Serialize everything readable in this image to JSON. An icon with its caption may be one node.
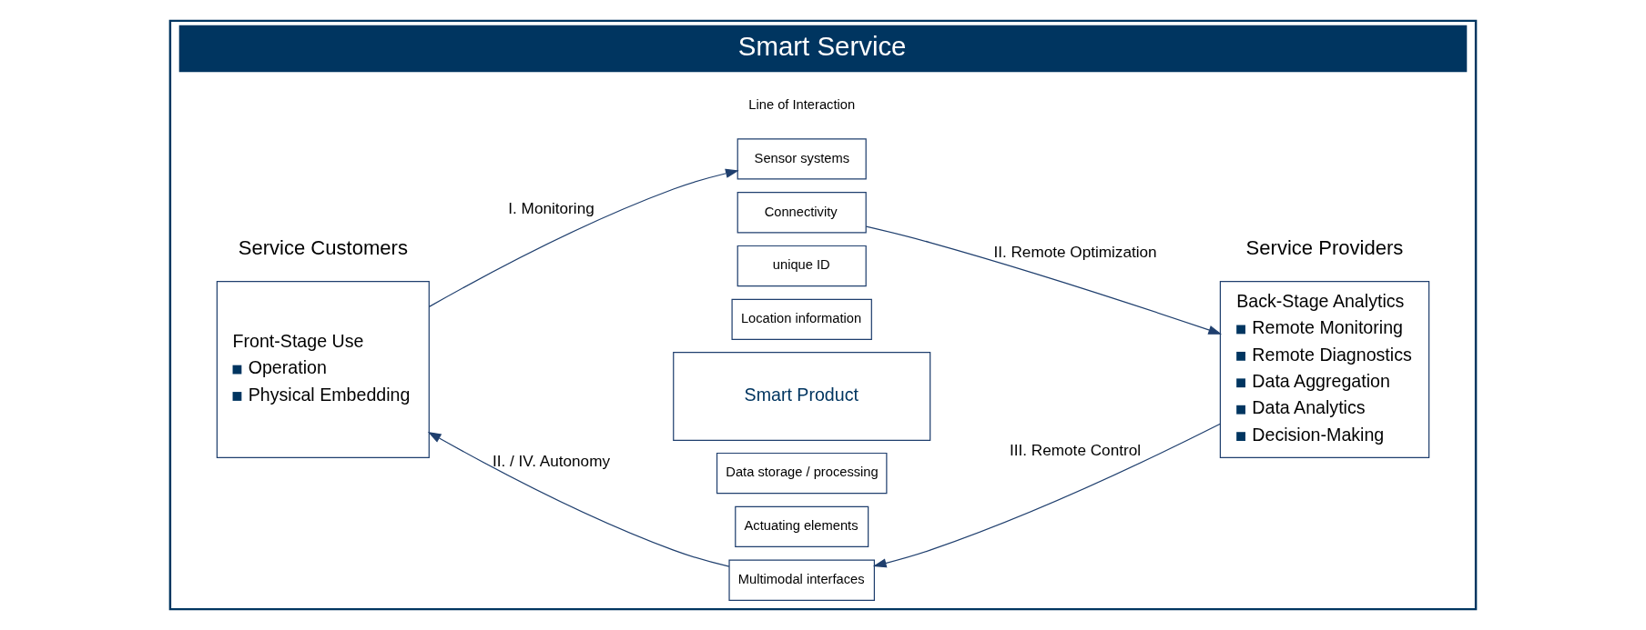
{
  "diagram": {
    "nodes": [
      {
        "text": [
          "Smart Service"
        ]
      },
      {
        "text": [
          "Front-Stage Use",
          "Operation",
          "Physical Embedding"
        ],
        "in": 0
      },
      {
        "text": [
          "Sensor systems"
        ],
        "in": 0
      },
      {
        "text": [
          "Connectivity"
        ],
        "in": 0
      },
      {
        "text": [
          "unique ID"
        ],
        "in": 0
      },
      {
        "text": [
          "Location information"
        ],
        "in": 0
      },
      {
        "text": [
          "Smart Product"
        ],
        "in": 0
      },
      {
        "text": [
          "Data storage / processing"
        ],
        "in": 0
      },
      {
        "text": [
          "Actuating elements"
        ],
        "in": 0
      },
      {
        "text": [
          "Multimodal interfaces"
        ],
        "in": 0
      },
      {
        "text": [
          "Back-Stage Analytics",
          "Remote Monitoring",
          "Remote Diagnostics",
          "Data Aggregation",
          "Data Analytics",
          "Decision-Making"
        ],
        "in": 0
      }
    ],
    "edges": [
      {
        "from": 1,
        "to": 2,
        "arrow": "to",
        "label": "I. Monitoring"
      },
      {
        "from": 3,
        "to": 10,
        "arrow": "to",
        "label": "II. Remote Optimization"
      },
      {
        "from": 9,
        "to": 1,
        "arrow": "to",
        "label": "II. / IV. Autonomy"
      },
      {
        "from": 10,
        "to": 9,
        "arrow": "to",
        "label": "III. Remote Control"
      }
    ],
    "labels": [
      "Service Customers",
      "Line of Interaction",
      "Service Providers"
    ]
  }
}
